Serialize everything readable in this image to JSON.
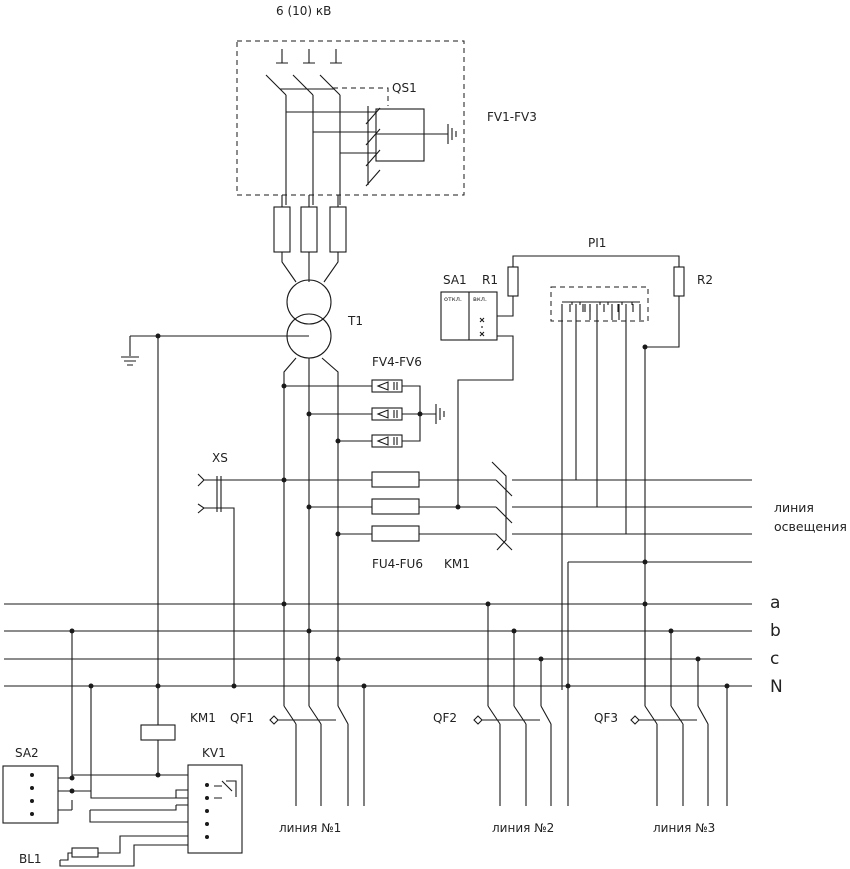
{
  "title": "6 (10) кВ",
  "labels": {
    "qs1": "QS1",
    "fv1_fv3": "FV1-FV3",
    "pi1": "PI1",
    "sa1": "SA1",
    "r1": "R1",
    "r2": "R2",
    "t1": "T1",
    "fv4_fv6": "FV4-FV6",
    "xs": "XS",
    "fu4_fu6": "FU4-FU6",
    "km1_top": "KM1",
    "km1_bottom": "KM1",
    "qf1": "QF1",
    "qf2": "QF2",
    "qf3": "QF3",
    "sa2": "SA2",
    "kv1": "KV1",
    "bl1": "BL1",
    "sa1_off": "откл.",
    "sa1_on": "вкл.",
    "lighting_line_1": "линия",
    "lighting_line_2": "освещения"
  },
  "buses": [
    {
      "name": "a"
    },
    {
      "name": "b"
    },
    {
      "name": "c"
    },
    {
      "name": "N"
    }
  ],
  "feeders": [
    {
      "label": "линия №1"
    },
    {
      "label": "линия №2"
    },
    {
      "label": "линия №3"
    }
  ]
}
